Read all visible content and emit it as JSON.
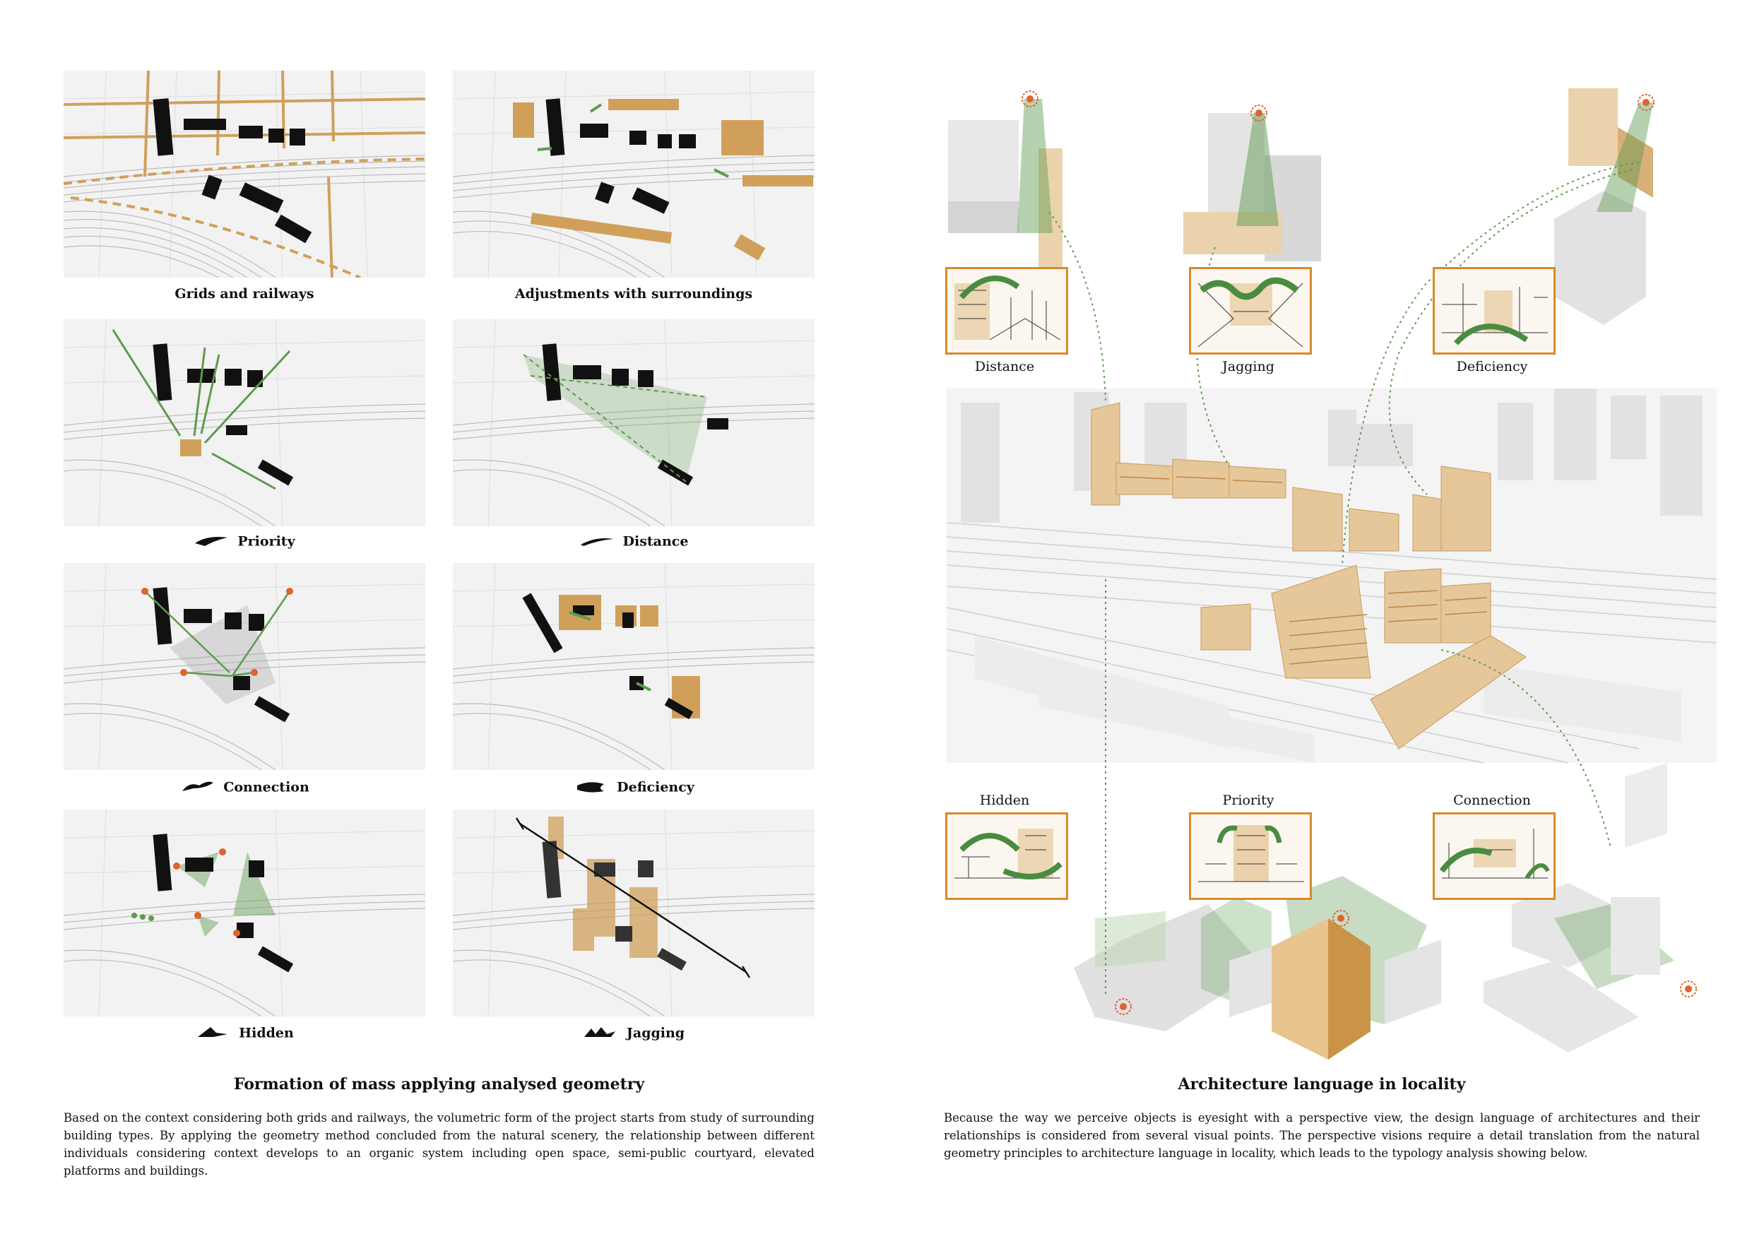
{
  "left": {
    "panels": [
      {
        "id": "grids",
        "caption": "Grids and railways"
      },
      {
        "id": "adjust",
        "caption": "Adjustments with surroundings"
      },
      {
        "id": "priority",
        "caption": "Priority"
      },
      {
        "id": "distance",
        "caption": "Distance"
      },
      {
        "id": "connection",
        "caption": "Connection"
      },
      {
        "id": "deficiency",
        "caption": "Deficiency"
      },
      {
        "id": "hidden",
        "caption": "Hidden"
      },
      {
        "id": "jagging",
        "caption": "Jagging"
      }
    ],
    "title": "Formation of mass applying analysed geometry",
    "paragraph": "Based on the context considering both grids and railways, the volumetric form of the project starts from study of surrounding building types. By applying the geometry method concluded from the natural scenery, the relationship between different individuals considering context develops to an organic system including open space, semi-public courtyard, elevated platforms and buildings."
  },
  "right": {
    "sketches": [
      {
        "id": "distance",
        "label": "Distance"
      },
      {
        "id": "jagging",
        "label": "Jagging"
      },
      {
        "id": "deficiency",
        "label": "Deficiency"
      },
      {
        "id": "hidden",
        "label": "Hidden"
      },
      {
        "id": "priority",
        "label": "Priority"
      },
      {
        "id": "connection",
        "label": "Connection"
      }
    ],
    "title": "Architecture language in locality",
    "paragraph": "Because the way we perceive objects is eyesight with a perspective view, the design language of architectures and their relationships is considered from several visual points. The perspective visions require a detail translation from the natural geometry principles to architecture language in locality, which leads to the typology analysis showing below."
  },
  "colors": {
    "accent_orange": "#d9892a",
    "wood": "#d7a868",
    "green": "#5e9a4f",
    "building": "#111111",
    "map_bg": "#f2f2f2"
  }
}
